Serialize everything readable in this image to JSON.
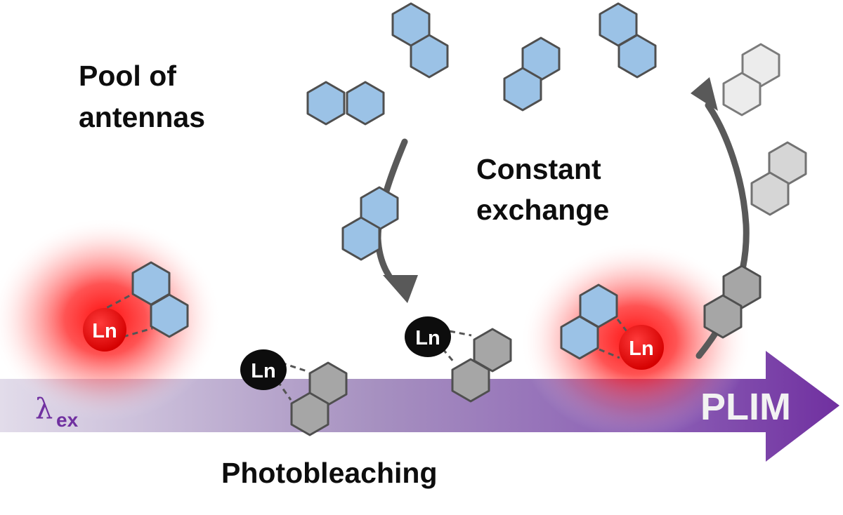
{
  "labels": {
    "pool_line1": "Pool of",
    "pool_line2": "antennas",
    "exchange_line1": "Constant",
    "exchange_line2": "exchange",
    "photobleaching": "Photobleaching",
    "plim": "PLIM",
    "lambda": "λ",
    "lambda_sub": "ex",
    "ln": "Ln"
  },
  "colors": {
    "antenna_fresh": "#9bc2e6",
    "antenna_bleached": "#a6a6a6",
    "antenna_faded": "#d9d9d9",
    "ln_emitting": "#e60000",
    "ln_quenched": "#0d0d0d",
    "glow": "#ff0000",
    "plim_arrow": "#7030a0",
    "exchange_arrow": "#595959",
    "lambda_text": "#7030a0"
  }
}
